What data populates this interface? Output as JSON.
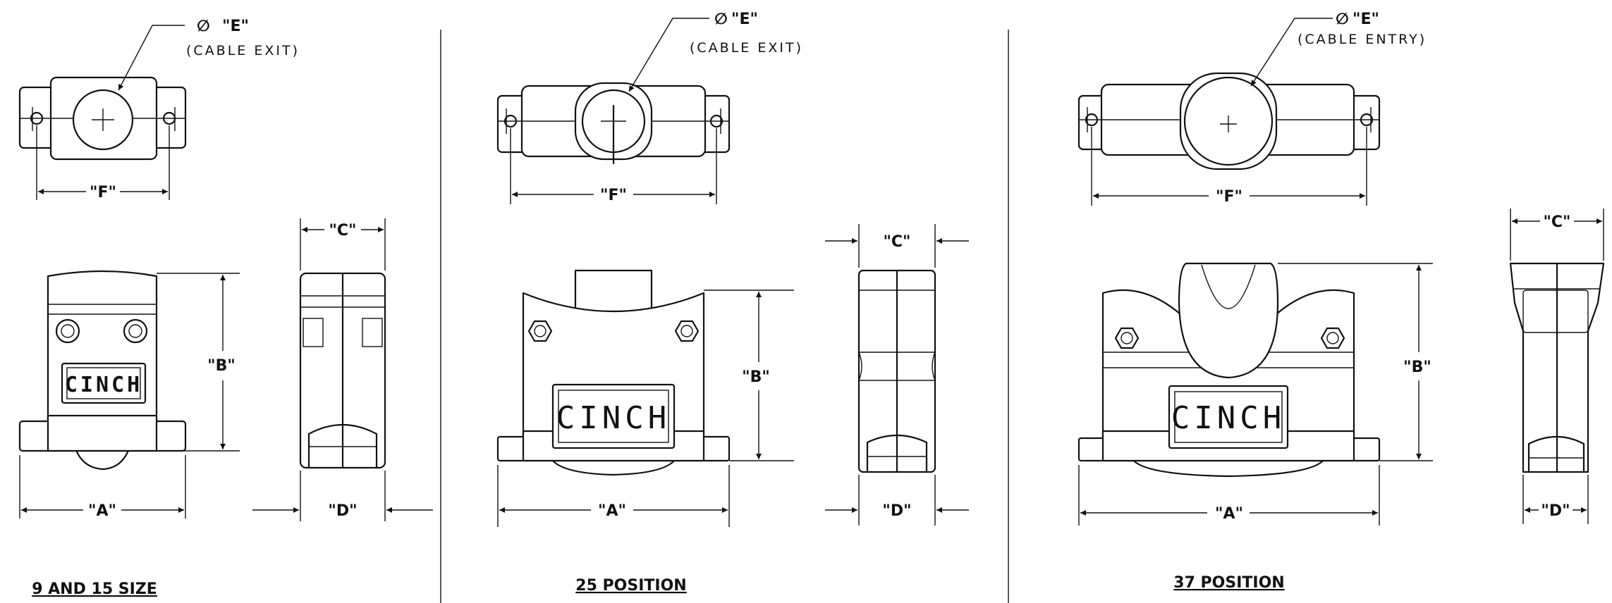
{
  "panels": [
    {
      "caption": "9 AND 15 SIZE",
      "dia_label": "∅",
      "e_label": "\"E\"",
      "e_note": "(CABLE EXIT)",
      "f_label": "\"F\"",
      "a_label": "\"A\"",
      "b_label": "\"B\"",
      "c_label": "\"C\"",
      "d_label": "\"D\"",
      "brand": "CINCH"
    },
    {
      "caption": "25 POSITION",
      "dia_label": "∅",
      "e_label": "\"E\"",
      "e_note": "(CABLE EXIT)",
      "f_label": "\"F\"",
      "a_label": "\"A\"",
      "b_label": "\"B\"",
      "c_label": "\"C\"",
      "d_label": "\"D\"",
      "brand": "CINCH"
    },
    {
      "caption": "37 POSITION",
      "dia_label": "∅",
      "e_label": "\"E\"",
      "e_note": "(CABLE ENTRY)",
      "f_label": "\"F\"",
      "a_label": "\"A\"",
      "b_label": "\"B\"",
      "c_label": "\"C\"",
      "d_label": "\"D\"",
      "brand": "CINCH"
    }
  ]
}
